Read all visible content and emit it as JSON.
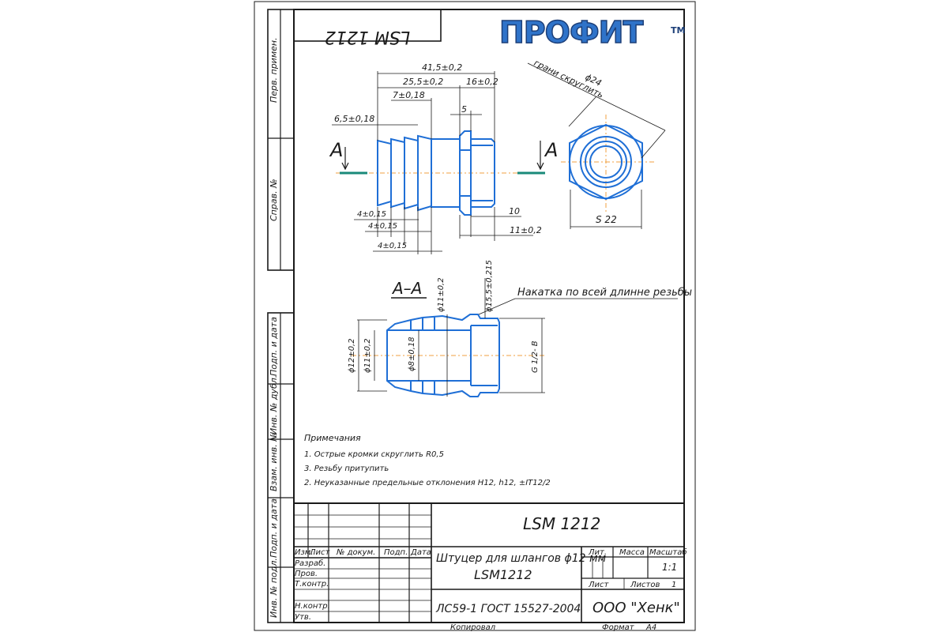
{
  "stamp_top": "LSM 1212",
  "brand": {
    "name": "ПРОФИТ",
    "tm": "TM"
  },
  "side_labels": [
    "Перв. примен.",
    "Справ. №",
    "Подп. и дата",
    "Инв. № дубл.",
    "Взам. инв. №",
    "Подп. и дата",
    "Инв. № подл."
  ],
  "dimensions": {
    "d_41_5": "41,5±0,2",
    "d_25_5": "25,5±0,2",
    "d_16": "16±0,2",
    "d_7": "7±0,18",
    "d_5": "5",
    "d_6_5": "6,5±0,18",
    "d_4a": "4±0,15",
    "d_4b": "4±0,15",
    "d_4c": "4±0,15",
    "d_10": "10",
    "d_11": "11±0,2",
    "d_24": "ϕ24",
    "edges_note": "грани скруглить",
    "s22": "S 22",
    "d_11_sec": "ϕ11±0,2",
    "d_15_5": "ϕ15,5±0,215",
    "d_12": "ϕ12±0,2",
    "d_11_left": "ϕ11±0,2",
    "d_8": "ϕ8±0,18",
    "thread": "G 1/2- B"
  },
  "section": {
    "label_left": "А",
    "label_right": "А",
    "title": "А–А",
    "knurl_note": "Накатка по всей длинне резьбы"
  },
  "notes": {
    "title": "Примечания",
    "items": [
      "1. Острые кромки скруглить R0,5",
      "3. Резьбу притупить",
      "2. Неуказанные предельные отклонения H12, h12, ±IT12/2"
    ]
  },
  "title_block": {
    "code": "LSM 1212",
    "name_line1": "Штуцер для шлангов ϕ12 мм",
    "name_line2": "LSM1212",
    "material": "ЛС59-1 ГОСТ 15527-2004",
    "company": "ООО \"Хенк\"",
    "col_lit": "Лит.",
    "col_mass": "Масса",
    "col_scale": "Масштаб",
    "scale": "1:1",
    "sheet_label": "Лист",
    "sheets_label": "Листов",
    "sheets_count": "1",
    "head_izm": "Изм.",
    "head_list": "Лист",
    "head_doc": "№ докум.",
    "head_sign": "Подп.",
    "head_date": "Дата",
    "row_razrab": "Разраб.",
    "row_prov": "Пров.",
    "row_tkontr": "Т.контр.",
    "row_nkontr": "Н.контр.",
    "row_utv": "Утв.",
    "copied": "Копировал",
    "format_label": "Формат",
    "format": "А4"
  }
}
